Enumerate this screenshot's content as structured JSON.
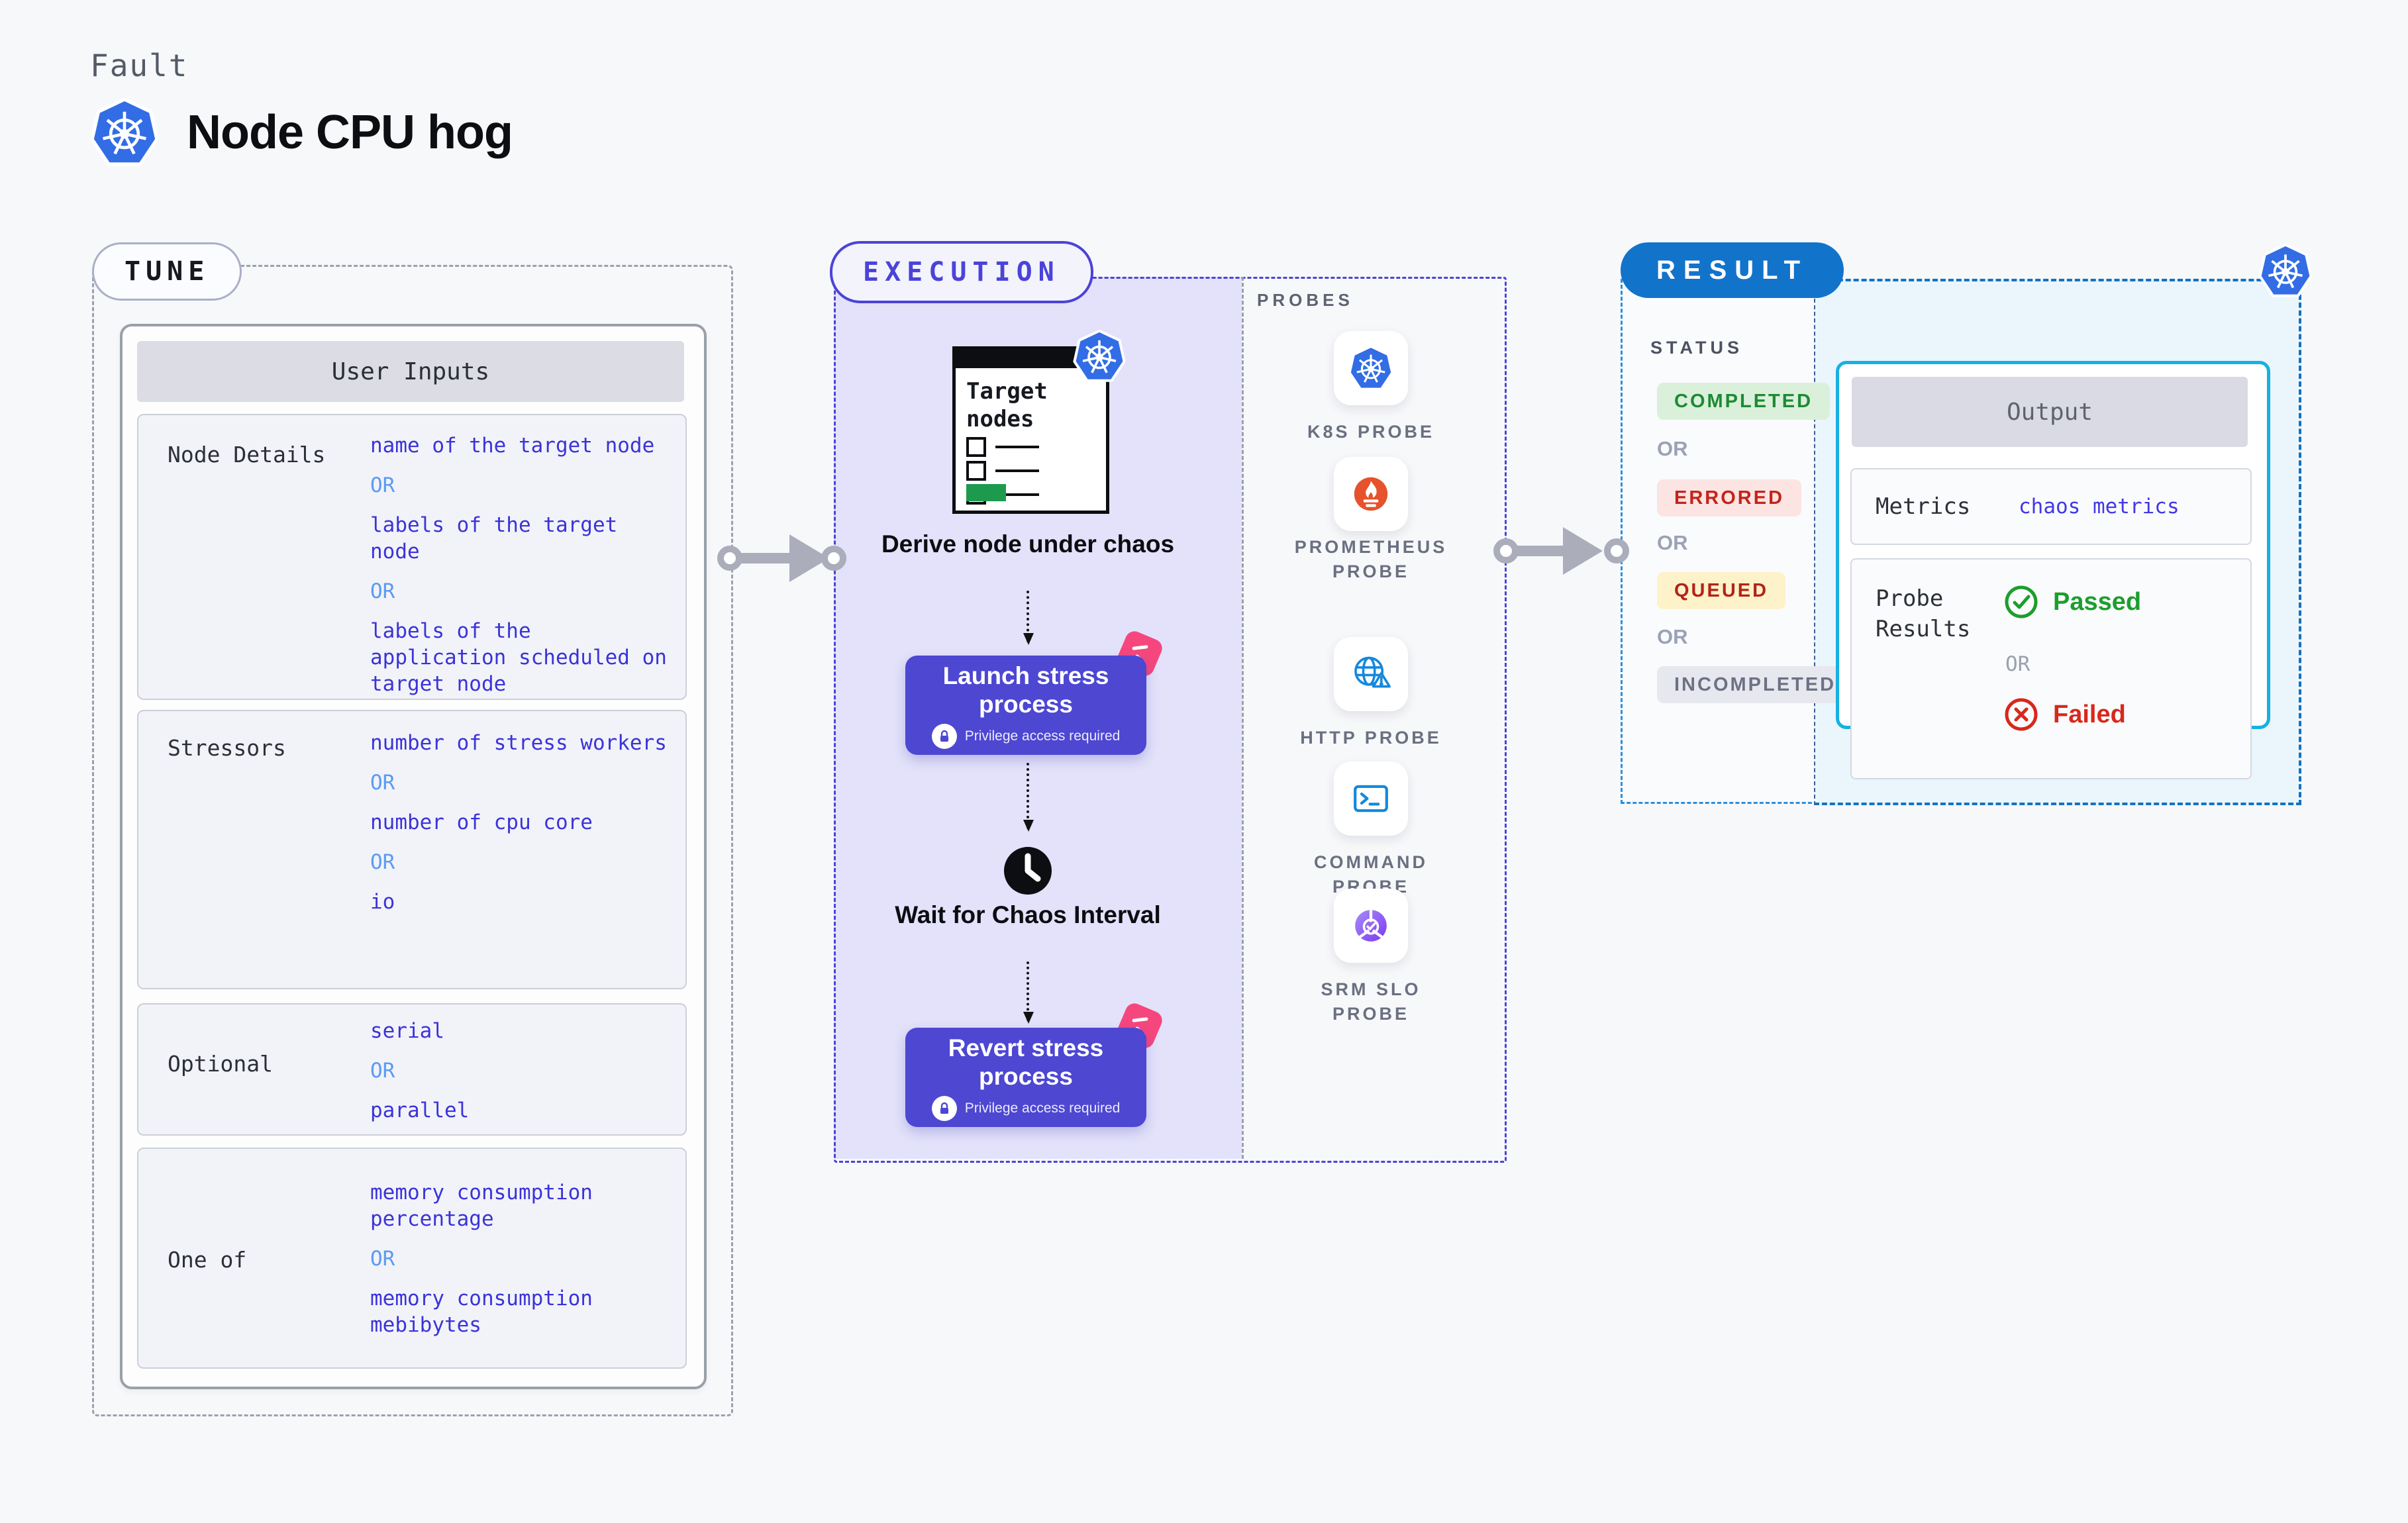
{
  "header": {
    "kicker": "Fault",
    "title": "Node CPU hog"
  },
  "tune": {
    "badge": "TUNE",
    "table_title": "User Inputs",
    "or": "OR",
    "rows": [
      {
        "label": "Node Details",
        "options": [
          "name of the target node",
          "labels of the target node",
          "labels of the application scheduled on target node"
        ]
      },
      {
        "label": "Stressors",
        "options": [
          "number of stress workers",
          "number of cpu core",
          "io"
        ]
      },
      {
        "label": "Optional",
        "options": [
          "serial",
          "parallel"
        ]
      },
      {
        "label": "One of",
        "options": [
          "memory consumption percentage",
          "memory consumption mebibytes"
        ]
      }
    ]
  },
  "execution": {
    "badge": "EXECUTION",
    "target_card_title": "Target nodes",
    "derive_label": "Derive node under chaos",
    "launch_label": "Launch stress process",
    "wait_label": "Wait for Chaos Interval",
    "revert_label": "Revert stress process",
    "privilege_label": "Privilege access required"
  },
  "probes": {
    "label": "PROBES",
    "items": [
      "K8S PROBE",
      "PROMETHEUS PROBE",
      "HTTP PROBE",
      "COMMAND PROBE",
      "SRM SLO PROBE"
    ]
  },
  "result": {
    "badge": "RESULT",
    "status_label": "STATUS",
    "or": "OR",
    "statuses": [
      "COMPLETED",
      "ERRORED",
      "QUEUED",
      "INCOMPLETED"
    ],
    "output": {
      "title": "Output",
      "metrics_label": "Metrics",
      "metrics_value": "chaos metrics",
      "probe_results_label": "Probe Results",
      "passed": "Passed",
      "failed": "Failed"
    }
  },
  "colors": {
    "k8s_blue": "#326de6",
    "indigo_border": "#4b43d9",
    "button_indigo": "#4d47d2",
    "lavender_bg": "#e3e2fa",
    "pink_badge": "#f5477e",
    "green_bar": "#1d9a4e",
    "value_blue": "#3b33d9",
    "or_blue": "#5b9bf3",
    "result_blue": "#1273cb",
    "cyan_panel_bg": "#eaf6fc",
    "output_border": "#16b1e0",
    "completed_green": "#1d8a34",
    "errored_red": "#c3241c",
    "queued_red": "#b32318",
    "incompleted_gray": "#6c7284",
    "passed_green": "#1c9e2d",
    "failed_red": "#d8281c",
    "prometheus_orange": "#e6522c",
    "probe_icon_blue": "#1488dc",
    "srm_purple": "#7c3aed"
  }
}
